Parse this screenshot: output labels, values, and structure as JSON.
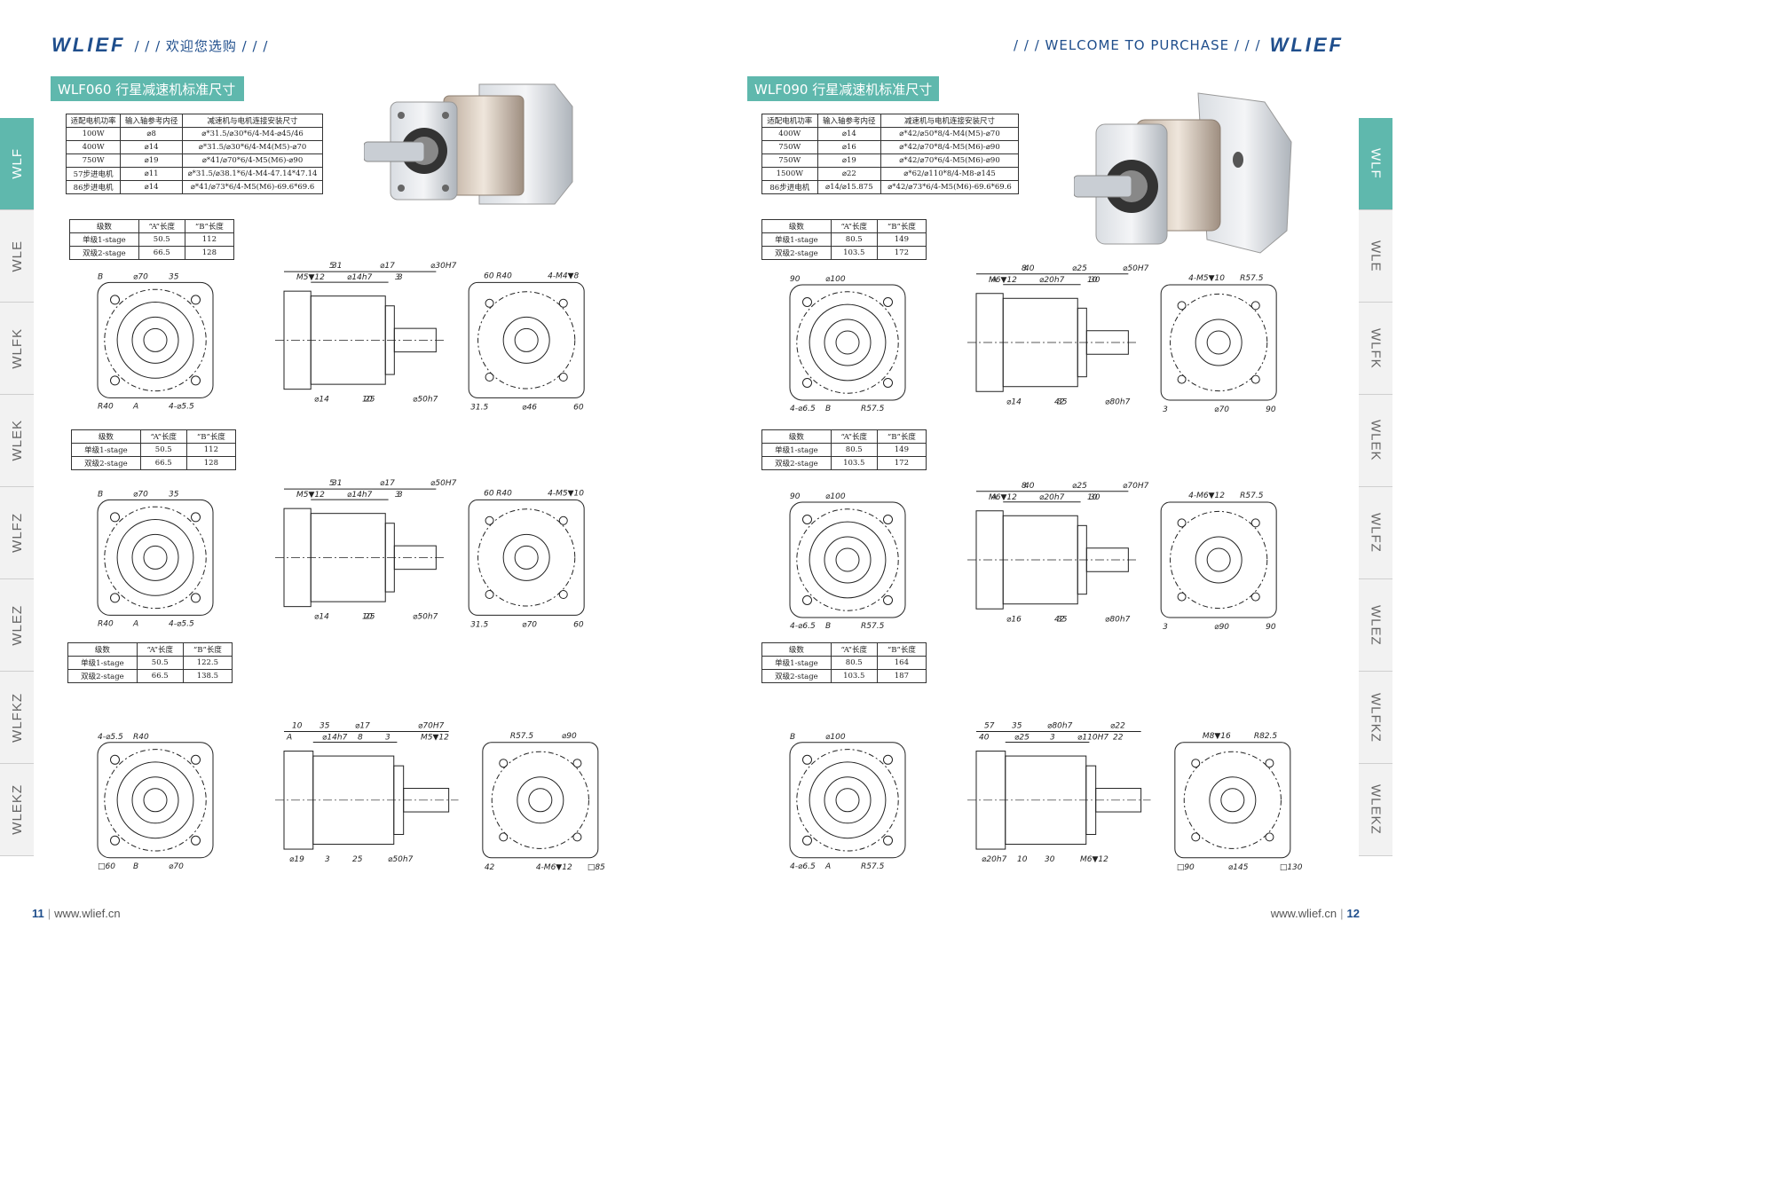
{
  "header": {
    "logo": "WLIEF",
    "welcome_left": "/ / / 欢迎您选购 / / /",
    "welcome_right": "/ / / WELCOME TO PURCHASE / / /"
  },
  "left": {
    "title": "WLF060 行星减速机标准尺寸",
    "spec_table": {
      "headers": [
        "适配电机功率",
        "输入轴参考内径",
        "减速机与电机连接安装尺寸"
      ],
      "rows": [
        [
          "100W",
          "⌀8",
          "⌀*31.5/⌀30*6/4-M4-⌀45/46"
        ],
        [
          "400W",
          "⌀14",
          "⌀*31.5/⌀30*6/4-M4(M5)-⌀70"
        ],
        [
          "750W",
          "⌀19",
          "⌀*41/⌀70*6/4-M5(M6)-⌀90"
        ],
        [
          "57步进电机",
          "⌀11",
          "⌀*31.5/⌀38.1*6/4-M4-47.14*47.14"
        ],
        [
          "86步进电机",
          "⌀14",
          "⌀*41/⌀73*6/4-M5(M6)-69.6*69.6"
        ]
      ]
    },
    "stage_tables": [
      {
        "headers": [
          "级数",
          "“A”长度",
          "“B”长度"
        ],
        "rows": [
          [
            "单级1-stage",
            "50.5",
            "112"
          ],
          [
            "双级2-stage",
            "66.5",
            "128"
          ]
        ]
      },
      {
        "headers": [
          "级数",
          "“A”长度",
          "“B”长度"
        ],
        "rows": [
          [
            "单级1-stage",
            "50.5",
            "112"
          ],
          [
            "双级2-stage",
            "66.5",
            "128"
          ]
        ]
      },
      {
        "headers": [
          "级数",
          "“A”长度",
          "“B”长度"
        ],
        "rows": [
          [
            "单级1-stage",
            "50.5",
            "122.5"
          ],
          [
            "双级2-stage",
            "66.5",
            "138.5"
          ]
        ]
      }
    ],
    "drawings": [
      {
        "labels": [
          "R40",
          "⌀70",
          "4-⌀5.5",
          "B",
          "A",
          "35",
          "31",
          "25",
          "3",
          "⌀30H7",
          "⌀14",
          "⌀14h7",
          "⌀17",
          "⌀50h7",
          "M5▼12",
          "5",
          "10",
          "3",
          "31.5",
          "R40",
          "⌀46",
          "4-M4▼8",
          "60",
          "60"
        ]
      },
      {
        "labels": [
          "R40",
          "⌀70",
          "4-⌀5.5",
          "B",
          "A",
          "35",
          "31",
          "25",
          "3",
          "⌀50H7",
          "⌀14",
          "⌀14h7",
          "⌀17",
          "⌀50h7",
          "M5▼12",
          "5",
          "10",
          "3",
          "31.5",
          "R40",
          "⌀70",
          "4-M5▼10",
          "60",
          "60"
        ]
      },
      {
        "labels": [
          "□60",
          "R40",
          "⌀70",
          "4-⌀5.5",
          "B",
          "A",
          "35",
          "25",
          "3",
          "⌀70H7",
          "⌀19",
          "⌀14h7",
          "⌀17",
          "⌀50h7",
          "M5▼12",
          "10",
          "3",
          "8",
          "42",
          "R57.5",
          "4-M6▼12",
          "⌀90",
          "□85"
        ]
      }
    ]
  },
  "right": {
    "title": "WLF090 行星减速机标准尺寸",
    "spec_table": {
      "headers": [
        "适配电机功率",
        "输入轴参考内径",
        "减速机与电机连接安装尺寸"
      ],
      "rows": [
        [
          "400W",
          "⌀14",
          "⌀*42/⌀50*8/4-M4(M5)-⌀70"
        ],
        [
          "750W",
          "⌀16",
          "⌀*42/⌀70*8/4-M5(M6)-⌀90"
        ],
        [
          "750W",
          "⌀19",
          "⌀*42/⌀70*6/4-M5(M6)-⌀90"
        ],
        [
          "1500W",
          "⌀22",
          "⌀*62/⌀110*8/4-M8-⌀145"
        ],
        [
          "86步进电机",
          "⌀14/⌀15.875",
          "⌀*42/⌀73*6/4-M5(M6)-69.6*69.6"
        ]
      ]
    },
    "stage_tables": [
      {
        "headers": [
          "级数",
          "“A”长度",
          "“B”长度"
        ],
        "rows": [
          [
            "单级1-stage",
            "80.5",
            "149"
          ],
          [
            "双级2-stage",
            "103.5",
            "172"
          ]
        ]
      },
      {
        "headers": [
          "级数",
          "“A”长度",
          "“B”长度"
        ],
        "rows": [
          [
            "单级1-stage",
            "80.5",
            "149"
          ],
          [
            "双级2-stage",
            "103.5",
            "172"
          ]
        ]
      },
      {
        "headers": [
          "级数",
          "“A”长度",
          "“B”长度"
        ],
        "rows": [
          [
            "单级1-stage",
            "80.5",
            "164"
          ],
          [
            "双级2-stage",
            "103.5",
            "187"
          ]
        ]
      }
    ],
    "drawings": [
      {
        "labels": [
          "4-⌀6.5",
          "⌀100",
          "R57.5",
          "90",
          "B",
          "A",
          "40",
          "35",
          "30",
          "⌀50H7",
          "⌀14",
          "⌀20h7",
          "⌀25",
          "⌀80h7",
          "M6▼12",
          "8",
          "42",
          "10",
          "3",
          "4-M5▼10",
          "⌀70",
          "R57.5",
          "90"
        ]
      },
      {
        "labels": [
          "4-⌀6.5",
          "⌀100",
          "R57.5",
          "90",
          "B",
          "A",
          "40",
          "35",
          "30",
          "⌀70H7",
          "⌀16",
          "⌀20h7",
          "⌀25",
          "⌀80h7",
          "M6▼12",
          "8",
          "42",
          "10",
          "3",
          "4-M6▼12",
          "⌀90",
          "R57.5",
          "90"
        ]
      },
      {
        "labels": [
          "4-⌀6.5",
          "⌀100",
          "R57.5",
          "B",
          "A",
          "40",
          "35",
          "30",
          "⌀110H7",
          "⌀22",
          "⌀20h7",
          "⌀25",
          "⌀80h7",
          "M6▼12",
          "22",
          "57",
          "10",
          "3",
          "□90",
          "M8▼16",
          "⌀145",
          "R82.5",
          "□130"
        ]
      }
    ]
  },
  "side_tabs": [
    "WLF",
    "WLE",
    "WLFK",
    "WLEK",
    "WLFZ",
    "WLEZ",
    "WLFKZ",
    "WLEKZ"
  ],
  "footer": {
    "left_page": "11",
    "right_page": "12",
    "url": "www.wlief.cn"
  },
  "colors": {
    "accent": "#5fb8ad",
    "brand": "#1f4e8c"
  }
}
